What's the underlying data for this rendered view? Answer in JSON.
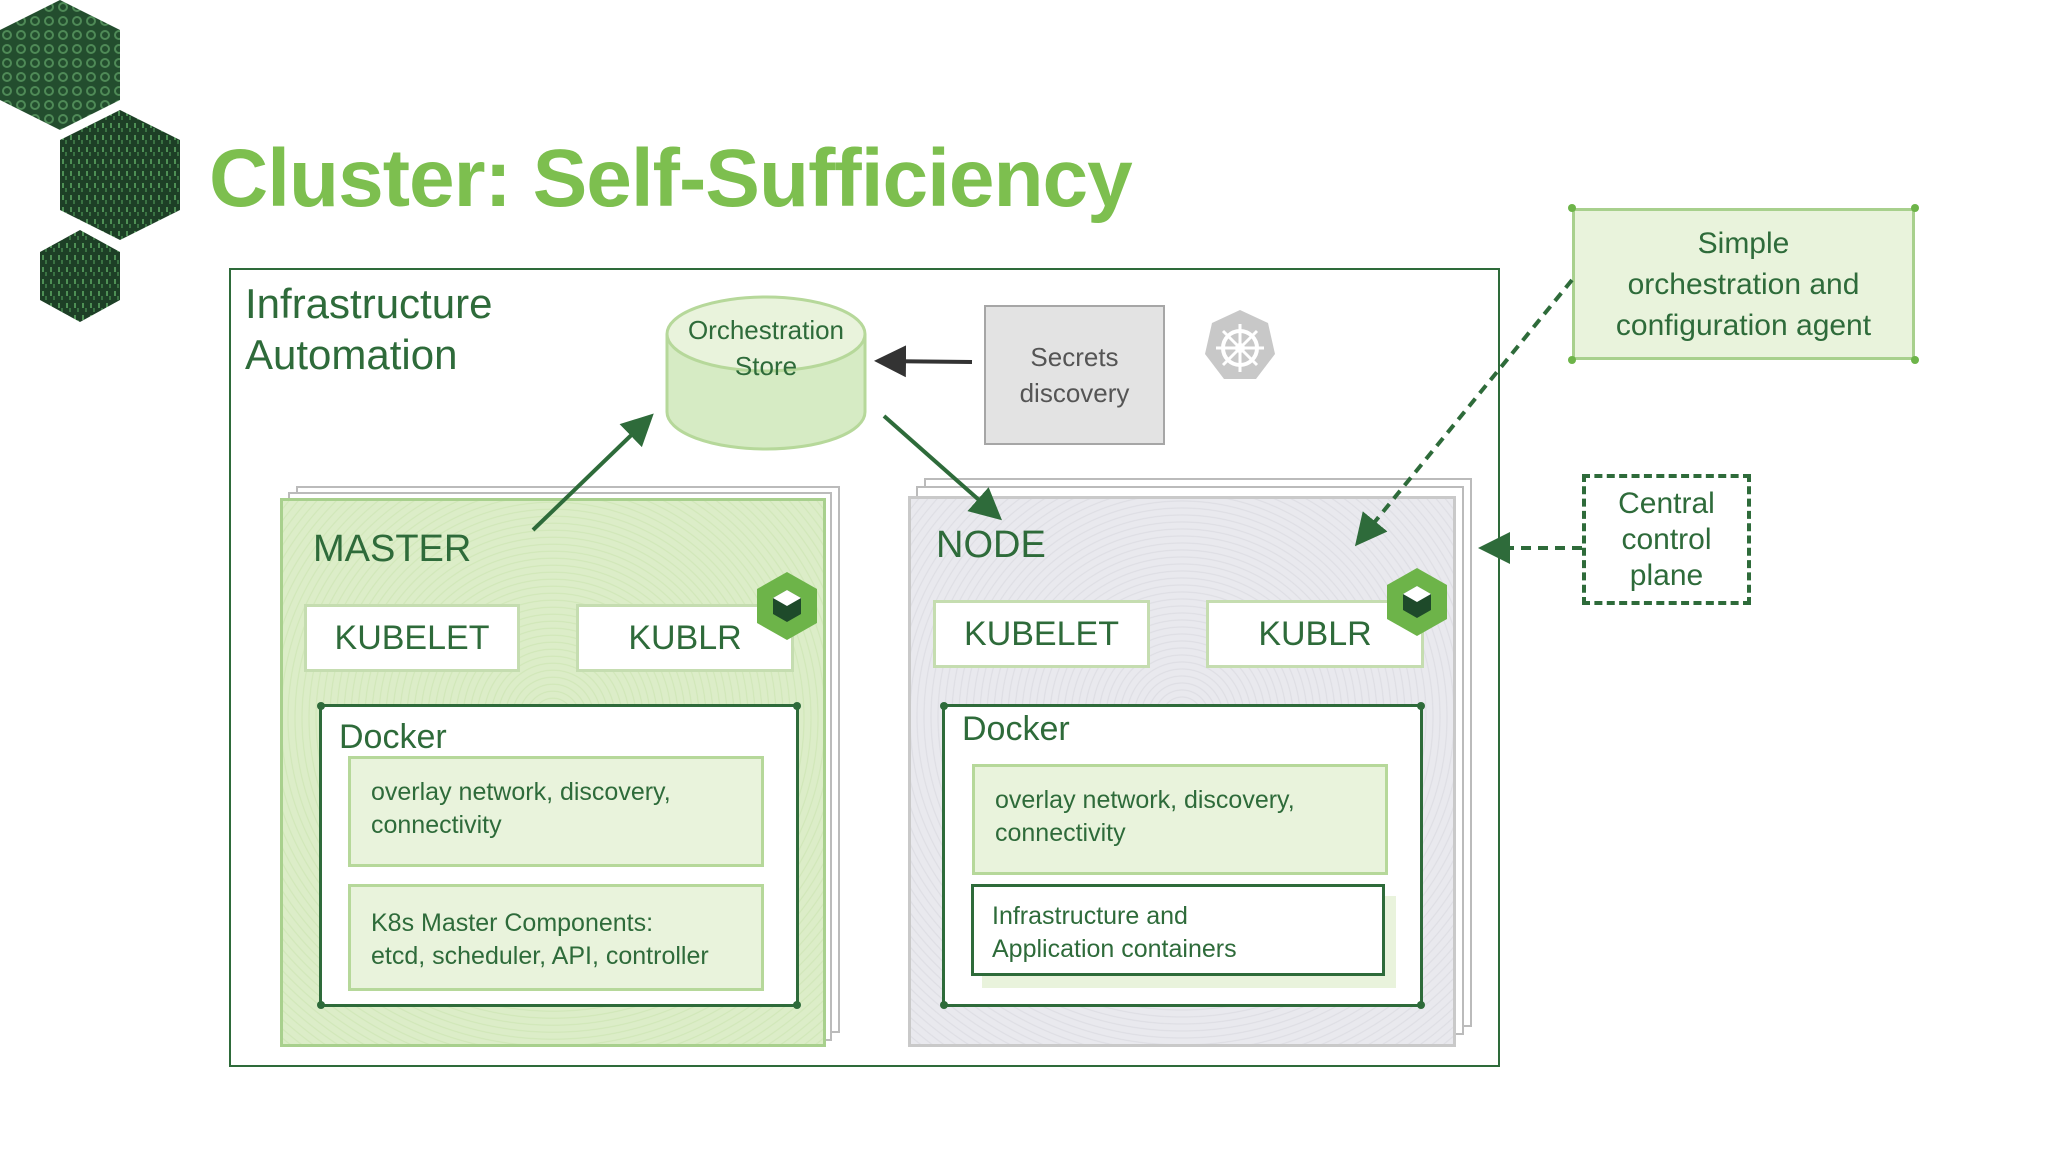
{
  "title": "Cluster: Self-Sufficiency",
  "colors": {
    "title_green": "#7dbf4f",
    "dark_green": "#2e6b3a",
    "light_green_fill": "#e9f3dc",
    "master_bg": "#dcedc8",
    "node_bg": "#e9e9ee",
    "secrets_bg": "#e3e3e3"
  },
  "diagram": {
    "infra_label": [
      "Infrastructure",
      "Automation"
    ],
    "orchestration_store": [
      "Orchestration",
      "Store"
    ],
    "secrets_discovery": [
      "Secrets",
      "discovery"
    ],
    "agent_note": [
      "Simple",
      "orchestration and",
      "configuration agent"
    ],
    "control_plane_note": [
      "Central",
      "control",
      "plane"
    ],
    "master": {
      "title": "MASTER",
      "kubelet": "KUBELET",
      "kublr": "KUBLR",
      "docker": "Docker",
      "box1": [
        "overlay network, discovery,",
        "connectivity"
      ],
      "box2": [
        "K8s Master Components:",
        "etcd, scheduler, API, controller"
      ]
    },
    "node": {
      "title": "NODE",
      "kubelet": "KUBELET",
      "kublr": "KUBLR",
      "docker": "Docker",
      "box1": [
        "overlay network, discovery,",
        "connectivity"
      ],
      "box2": [
        "Infrastructure and",
        "Application containers"
      ]
    },
    "icons": [
      "hexagon-decoration-icon",
      "kubernetes-helm-icon",
      "kublr-logo-icon"
    ]
  }
}
